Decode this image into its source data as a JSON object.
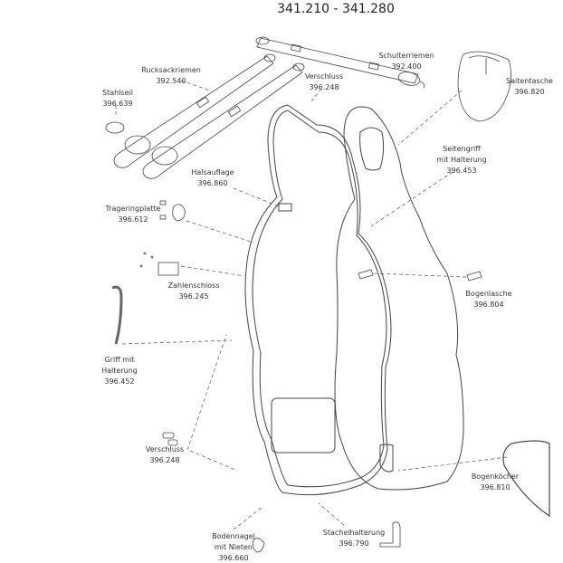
{
  "title": "341.210 - 341.280",
  "parts": [
    {
      "id": "schulterriemen",
      "lines": [
        "Schulterriemen",
        "392.400"
      ]
    },
    {
      "id": "saitentasche",
      "lines": [
        "Saitentasche",
        "396.820"
      ]
    },
    {
      "id": "rucksackriemen",
      "lines": [
        "Rucksackriemen",
        "392.540"
      ]
    },
    {
      "id": "verschluss-top",
      "lines": [
        "Verschluss",
        "396.248"
      ]
    },
    {
      "id": "stahlseil",
      "lines": [
        "Stahlseil",
        "396.639"
      ]
    },
    {
      "id": "seitengriff",
      "lines": [
        "Seitengriff",
        "mit Halterung",
        "396.453"
      ]
    },
    {
      "id": "halsauflage",
      "lines": [
        "Halsauflage",
        "396.860"
      ]
    },
    {
      "id": "trageringplatte",
      "lines": [
        "Trageringplatte",
        "396.612"
      ]
    },
    {
      "id": "zahlenschloss",
      "lines": [
        "Zahlenschloss",
        "396.245"
      ]
    },
    {
      "id": "bogenlasche",
      "lines": [
        "Bogenlasche",
        "396.804"
      ]
    },
    {
      "id": "griff",
      "lines": [
        "Griff mit",
        "Halterung",
        "396.452"
      ]
    },
    {
      "id": "verschluss-bottom",
      "lines": [
        "Verschluss",
        "396.248"
      ]
    },
    {
      "id": "bogenkoecher",
      "lines": [
        "Bogenköcher",
        "396.810"
      ]
    },
    {
      "id": "stachelhalterung",
      "lines": [
        "Stachelhalterung",
        "396.790"
      ]
    },
    {
      "id": "bodennagel",
      "lines": [
        "Bodennagel",
        "mit Nieten",
        "396.660"
      ]
    }
  ]
}
